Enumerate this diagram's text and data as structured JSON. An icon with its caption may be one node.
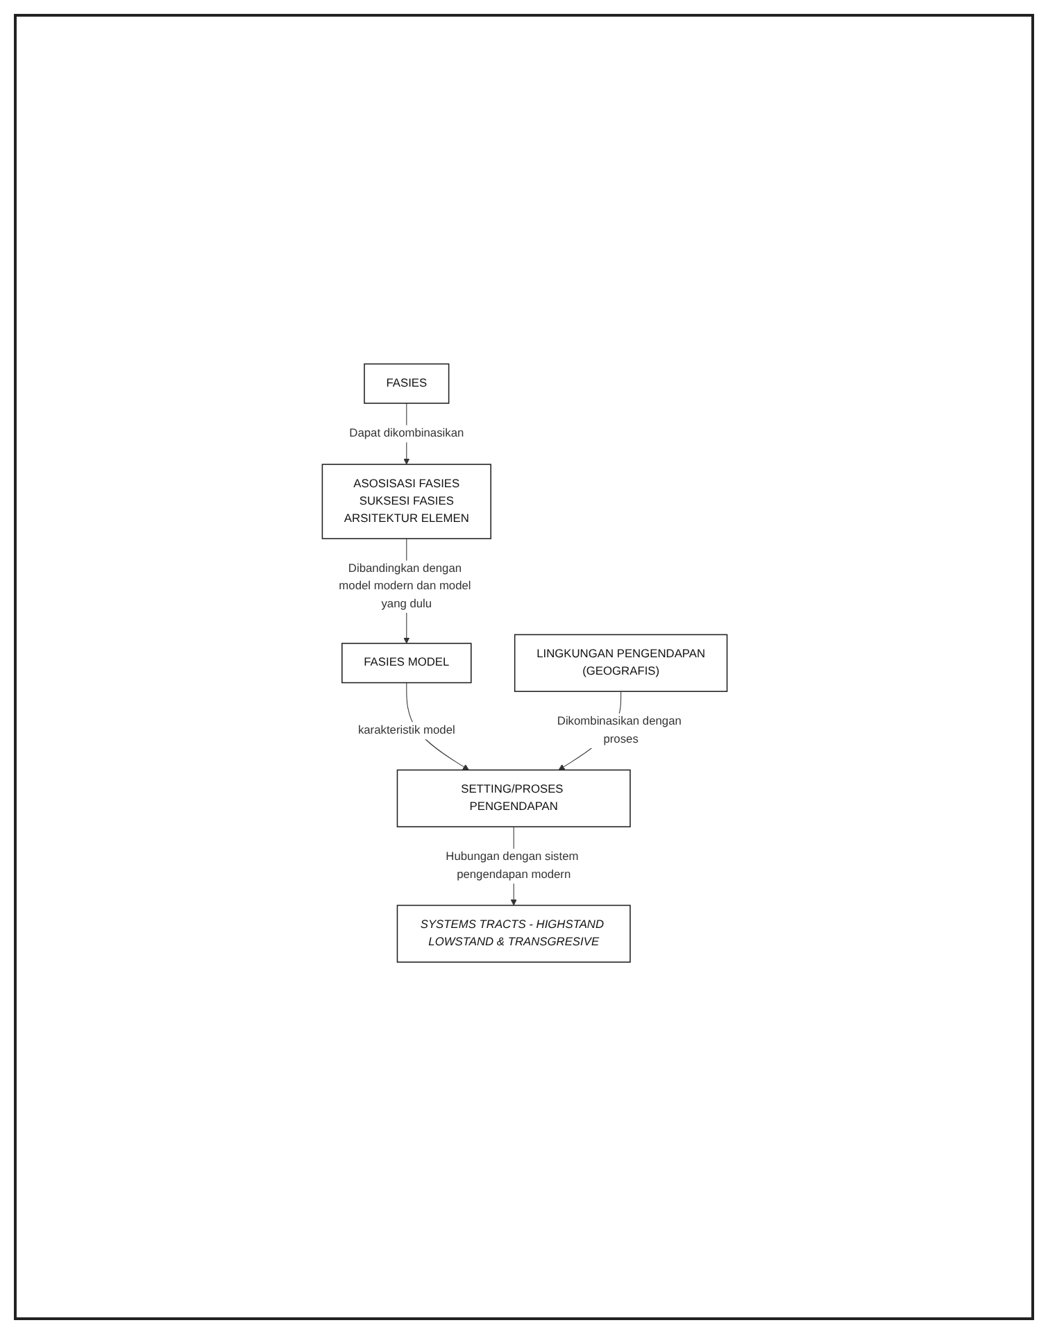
{
  "diagram": {
    "nodes": [
      {
        "text": [
          "FASIES"
        ]
      },
      {
        "text": [
          "ASOSISASI FASIES",
          "SUKSESI FASIES",
          "ARSITEKTUR ELEMEN"
        ]
      },
      {
        "text": [
          "FASIES MODEL"
        ]
      },
      {
        "text": [
          "LINGKUNGAN PENGENDAPAN",
          "(GEOGRAFIS)"
        ]
      },
      {
        "text": [
          "SETTING/PROSES PENGENDAPAN"
        ]
      },
      {
        "text": [
          "SYSTEMS TRACTS - HIGHSTAND LOWSTAND & TRANSGRESIVE"
        ]
      }
    ],
    "edges": [
      {
        "from": 0,
        "to": 1,
        "arrow": "to",
        "label": "Dapat dikombinasikan"
      },
      {
        "from": 1,
        "to": 2,
        "arrow": "to",
        "label": "Dibandingkan dengan model modern dan model yang dulu"
      },
      {
        "from": 2,
        "to": 4,
        "arrow": "to",
        "label": "karakteristik model"
      },
      {
        "from": 3,
        "to": 4,
        "arrow": "to",
        "label": "Dikombinasikan dengan proses"
      },
      {
        "from": 4,
        "to": 5,
        "arrow": "to",
        "label": "Hubungan dengan sistem pengendapan modern"
      }
    ]
  }
}
